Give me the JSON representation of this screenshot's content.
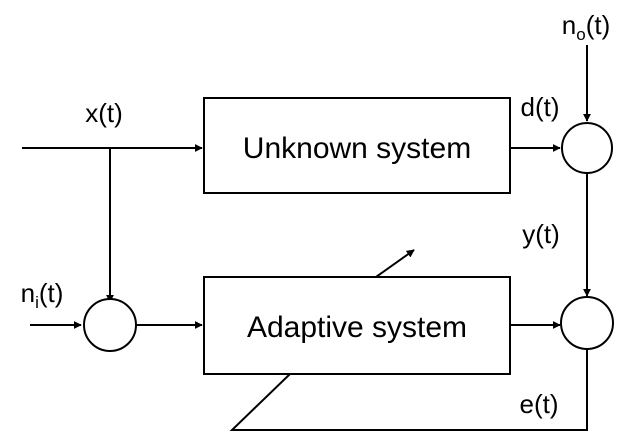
{
  "blocks": {
    "unknown": "Unknown system",
    "adaptive": "Adaptive system"
  },
  "signals": {
    "x": "x(t)",
    "d": "d(t)",
    "y": "y(t)",
    "e": "e(t)",
    "ni_base": "n",
    "ni_sub": "i",
    "ni_tail": "(t)",
    "no_base": "n",
    "no_sub": "o",
    "no_tail": "(t)"
  },
  "colors": {
    "stroke": "#000000",
    "background": "#ffffff"
  }
}
